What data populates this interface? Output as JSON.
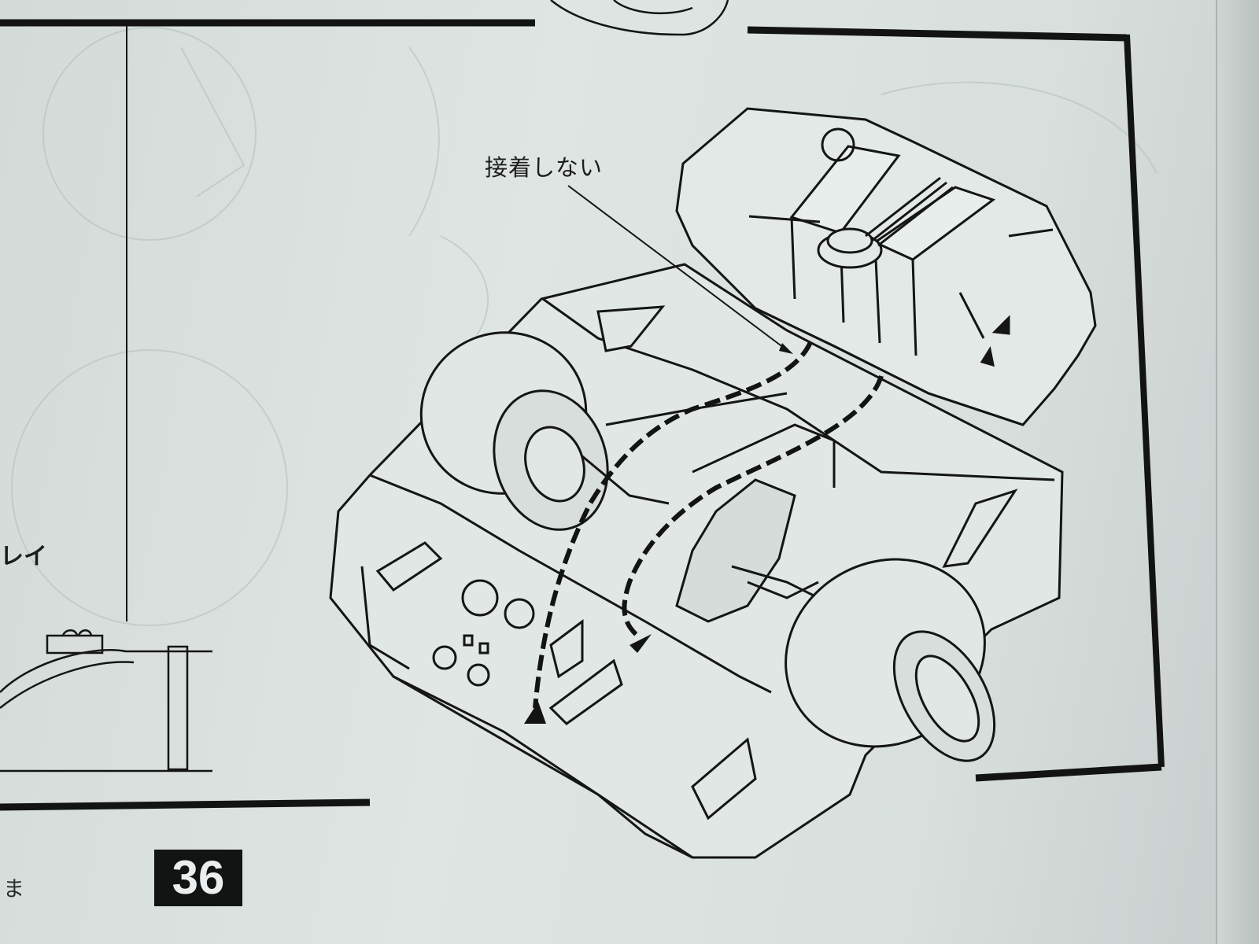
{
  "manual": {
    "note_label": "接着しない",
    "left_panel_fragment": "レイ",
    "bottom_left_fragment": "ま",
    "step_number": "36"
  },
  "colors": {
    "paper": "#dfe5e3",
    "ink": "#141515",
    "step_box": "#121313"
  },
  "icons": {
    "tank": "fuel-tank-illustration",
    "chassis": "chassis-illustration",
    "arrow": "dashed-arrow"
  }
}
